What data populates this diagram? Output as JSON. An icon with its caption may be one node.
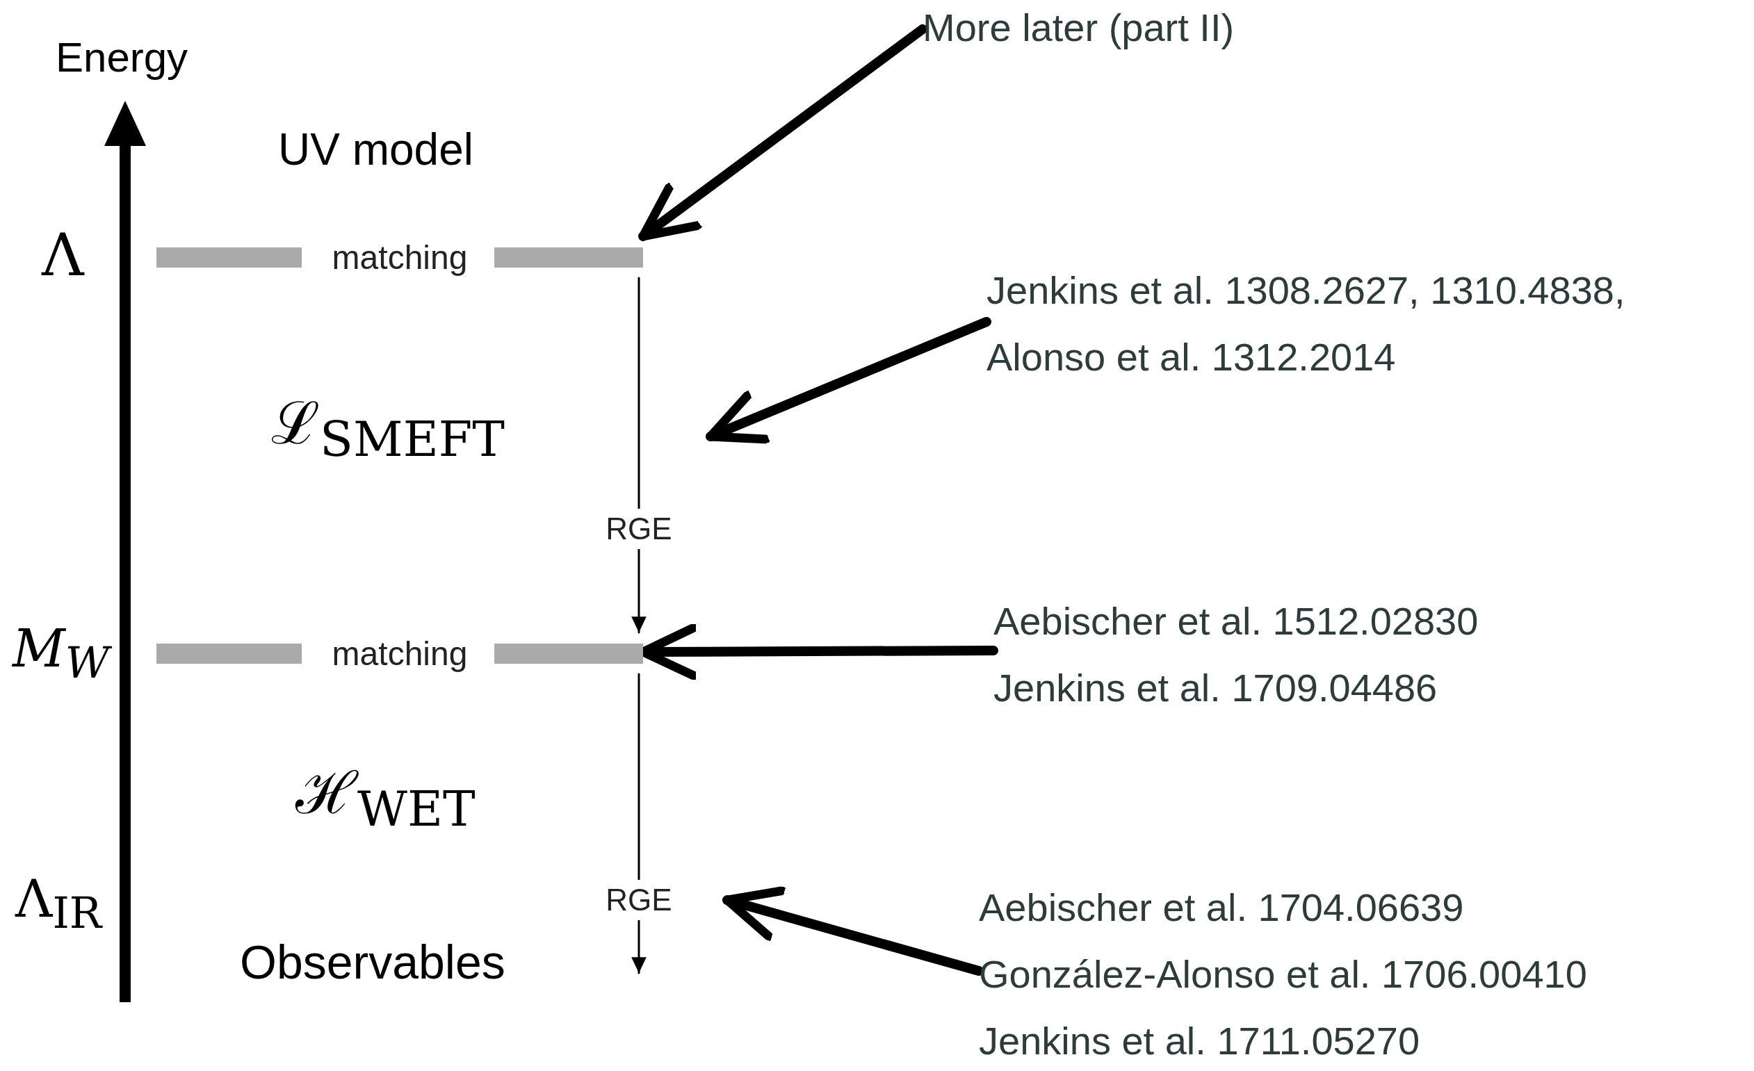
{
  "diagram": {
    "nodes": [
      {
        "text": [
          "UV model"
        ]
      },
      {
        "text": [
          "matching"
        ]
      },
      {
        "text": [
          "ℒ$_{SMEFT}$"
        ]
      },
      {
        "text": [
          "matching"
        ]
      },
      {
        "text": [
          "ℋ$_{WET}$"
        ]
      },
      {
        "text": [
          "Observables"
        ]
      },
      {
        "text": [
          "More later (part II)"
        ]
      },
      {
        "text": [
          "Jenkins et al. 1308.2627, 1310.4838, Alonso et al. 1312.2014"
        ]
      },
      {
        "text": [
          "Aebischer et al. 1512.02830",
          "Jenkins et al. 1709.04486"
        ]
      },
      {
        "text": [
          "Aebischer et al. 1704.06639",
          "González-Alonso et al. 1706.00410",
          "Jenkins et al. 1711.05270"
        ]
      }
    ],
    "edges": [
      {
        "from": 1,
        "to": 3,
        "arrow": "to",
        "label": "RGE"
      },
      {
        "from": 3,
        "to": null,
        "arrow": "to",
        "label": "RGE"
      },
      {
        "from": 6,
        "to": 1,
        "arrow": "to"
      },
      {
        "from": 7,
        "to": null,
        "arrow": "to"
      },
      {
        "from": 8,
        "to": 3,
        "arrow": "to"
      },
      {
        "from": 9,
        "to": null,
        "arrow": "to"
      }
    ],
    "labels": [
      "Energy",
      "Λ",
      "M$_{W}$",
      "Λ$_{IR}$"
    ]
  }
}
